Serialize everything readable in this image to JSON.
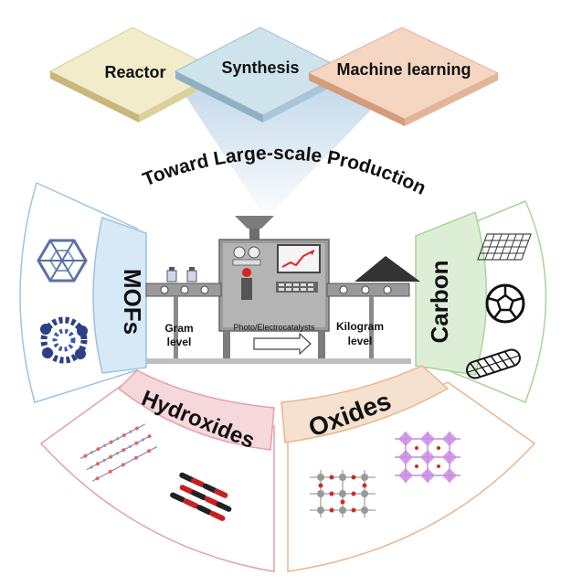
{
  "platforms": {
    "reactor": "Reactor",
    "synthesis": "Synthesis",
    "machine_learning": "Machine learning"
  },
  "title": "Toward Large-scale Production",
  "materials": {
    "mofs": "MOFs",
    "carbon": "Carbon",
    "hydroxides": "Hydroxides",
    "oxides": "Oxides"
  },
  "factory": {
    "gram": "Gram",
    "gram_level": "level",
    "kilogram": "Kilogram",
    "kilogram_level": "level",
    "catalysts": "Photo/Electrocatalysts"
  },
  "colors": {
    "reactor_tile": "#f3eccb",
    "synthesis_tile": "#cfe3ec",
    "ml_tile": "#f5d6c3",
    "mofs_band": "#d7e9f6",
    "carbon_band": "#dcefd6",
    "hydroxides_band": "#f6d7dc",
    "oxides_band": "#f5e1cf",
    "machine": "#8e8e8e"
  }
}
